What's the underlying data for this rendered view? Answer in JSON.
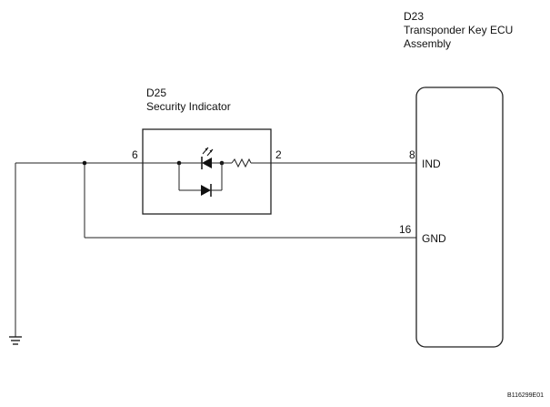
{
  "ecu": {
    "code": "D23",
    "name_line1": "Transponder Key ECU",
    "name_line2": "Assembly",
    "pins": [
      {
        "number": "8",
        "name": "IND"
      },
      {
        "number": "16",
        "name": "GND"
      }
    ]
  },
  "indicator": {
    "code": "D25",
    "name": "Security Indicator",
    "pins": [
      {
        "number": "6"
      },
      {
        "number": "2"
      }
    ]
  },
  "ground_symbol": "ground-icon",
  "figure_id": "B116299E01"
}
